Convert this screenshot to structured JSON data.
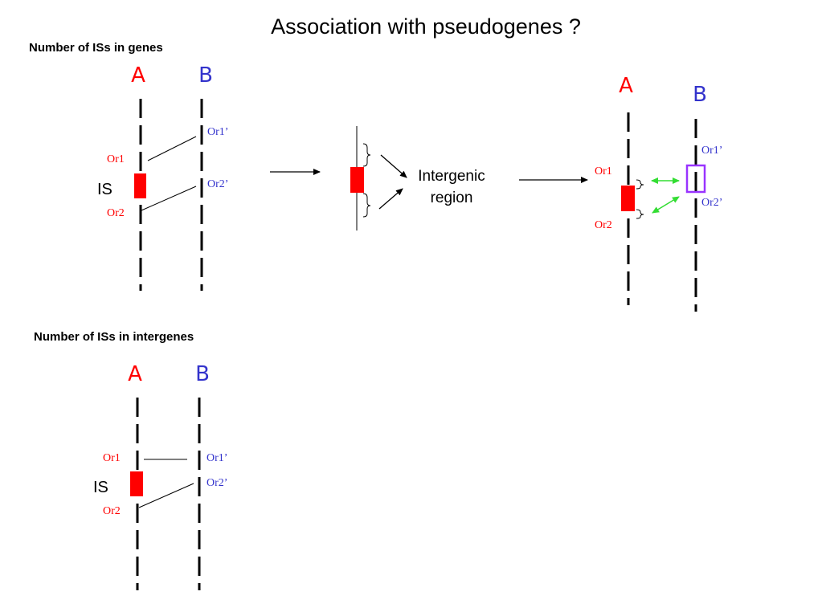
{
  "title": "Association with pseudogenes ?",
  "colors": {
    "chromosome_a_label": "#ff0000",
    "chromosome_b_label": "#3333cc",
    "is_element": "#ff0000",
    "origin_a_label": "#ff0000",
    "origin_b_label": "#3333cc",
    "green_arrow": "#33dd33",
    "pseudogene_box": "#9933ff"
  },
  "genes_panel": {
    "heading": "Number of ISs in genes",
    "chromosome_a": "A",
    "chromosome_b": "B",
    "or1": "Or1",
    "or2": "Or2",
    "is_label": "IS",
    "or1_prime": "Or1’",
    "or2_prime": "Or2’"
  },
  "middle_panel": {
    "region_line1": "Intergenic",
    "region_line2": "region"
  },
  "right_panel": {
    "chromosome_a": "A",
    "chromosome_b": "B",
    "or1": "Or1",
    "or2": "Or2",
    "or1_prime": "Or1’",
    "or2_prime": "Or2’"
  },
  "intergenes_panel": {
    "heading": "Number of ISs in intergenes",
    "chromosome_a": "A",
    "chromosome_b": "B",
    "or1": "Or1",
    "or2": "Or2",
    "is_label": "IS",
    "or1_prime": "Or1’",
    "or2_prime": "Or2’"
  }
}
